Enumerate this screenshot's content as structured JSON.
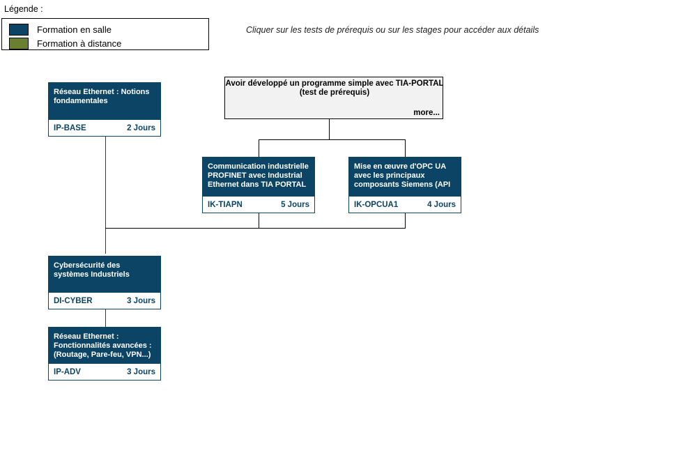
{
  "legend": {
    "title": "Légende :",
    "items": [
      {
        "label": "Formation en salle",
        "color": "#0b4464"
      },
      {
        "label": "Formation à distance",
        "color": "#6b7f31"
      }
    ]
  },
  "hint": {
    "text": "Cliquer sur les tests de prérequis ou sur les stages pour accéder aux détails"
  },
  "prerequisite": {
    "title": "Avoir développé un programme simple avec TIA-PORTAL\n(test de prérequis)",
    "more_label": "more...",
    "background": "#f2f2f2",
    "border": "#000000"
  },
  "courses": [
    {
      "title": "Réseau Ethernet : Notions fondamentales",
      "code": "IP-BASE",
      "duration": "2 Jours",
      "color": "#0b4464"
    },
    {
      "title": "Communication industrielle PROFINET avec Industrial Ethernet dans TIA PORTAL",
      "code": "IK-TIAPN",
      "duration": "5 Jours",
      "color": "#0b4464"
    },
    {
      "title": "Mise en œuvre d'OPC UA avec les principaux composants Siemens (API",
      "code": "IK-OPCUA1",
      "duration": "4 Jours",
      "color": "#0b4464"
    },
    {
      "title": "Cybersécurité des systèmes Industriels",
      "code": "DI-CYBER",
      "duration": "3 Jours",
      "color": "#0b4464"
    },
    {
      "title": "Réseau Ethernet : Fonctionnalités avancées : (Routage, Pare-feu, VPN...)",
      "code": "IP-ADV",
      "duration": "3 Jours",
      "color": "#0b4464"
    }
  ]
}
